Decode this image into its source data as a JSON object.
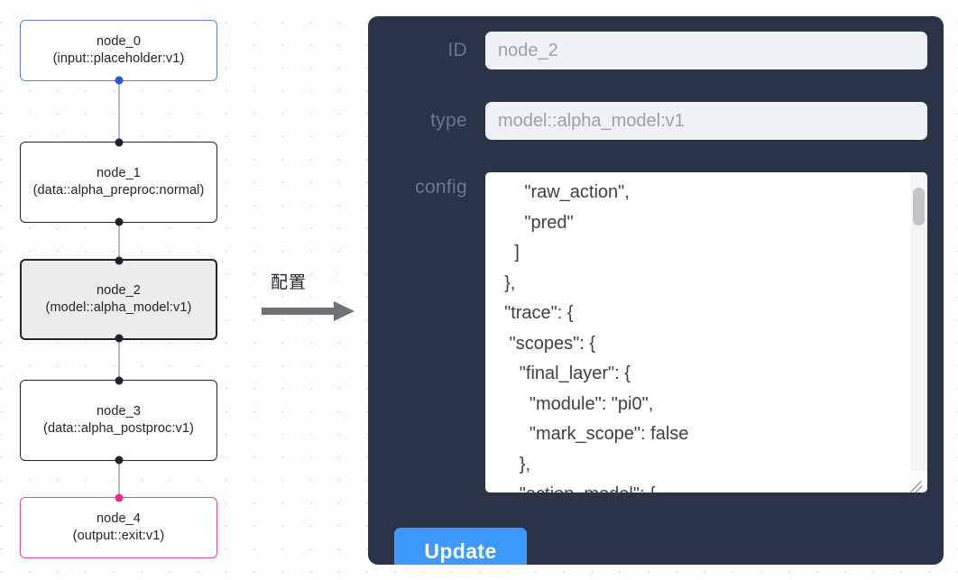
{
  "graph": {
    "nodes": [
      {
        "id": "node_0",
        "type": "(input::placeholder:v1)",
        "state": "input"
      },
      {
        "id": "node_1",
        "type": "(data::alpha_preproc:normal)",
        "state": "default"
      },
      {
        "id": "node_2",
        "type": "(model::alpha_model:v1)",
        "state": "selected"
      },
      {
        "id": "node_3",
        "type": "(data::alpha_postproc:v1)",
        "state": "default"
      },
      {
        "id": "node_4",
        "type": "(output::exit:v1)",
        "state": "output"
      }
    ],
    "colors": {
      "input_border": "#5b7fdb",
      "output_border": "#e0489b",
      "default_border": "#21242c",
      "selected_fill": "#ececec",
      "edge": "#b6b9bf",
      "handle": "#1f2330",
      "handle_input": "#2b56d6",
      "handle_output": "#ef2a86"
    }
  },
  "annotation": {
    "label": "配置",
    "arrow_icon": "right-arrow-icon",
    "arrow_color": "#6e7278"
  },
  "panel": {
    "background": "#2b3446",
    "fields": [
      {
        "label": "ID",
        "value": "node_2"
      },
      {
        "label": "type",
        "value": "model::alpha_model:v1"
      }
    ],
    "config": {
      "label": "config",
      "value": "      \"raw_action\",\n      \"pred\"\n    ]\n  },\n  \"trace\": {\n   \"scopes\": {\n     \"final_layer\": {\n       \"module\": \"pi0\",\n       \"mark_scope\": false\n     },\n     \"action_model\": {"
    },
    "update_label": "Update",
    "update_color": "#3d9afc"
  }
}
